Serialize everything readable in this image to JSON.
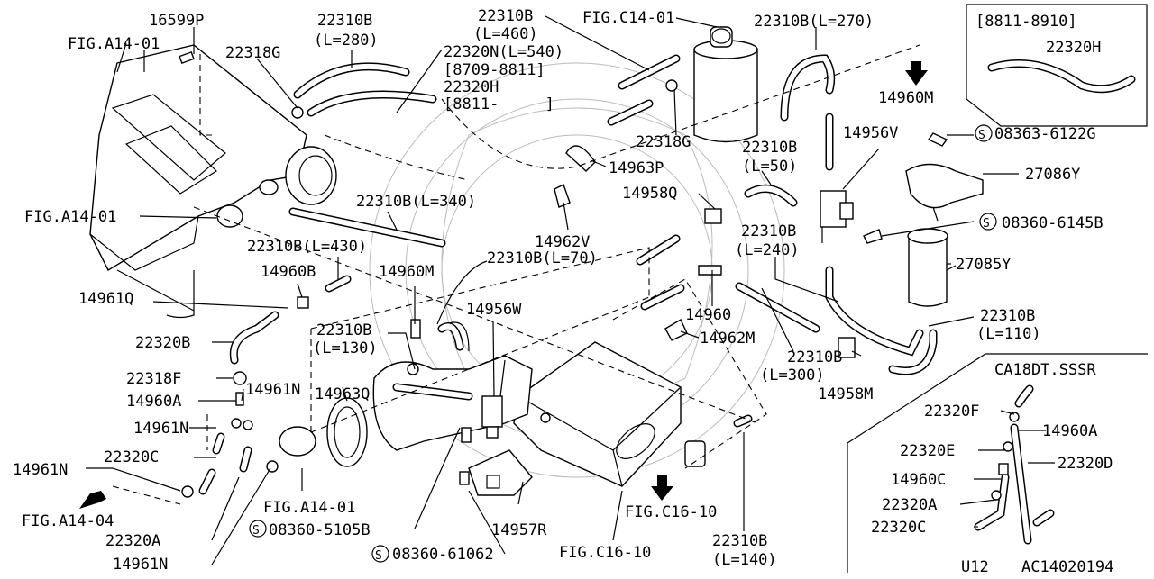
{
  "labels": {
    "l16599P": "16599P",
    "lFigA1401a": "FIG.A14-01",
    "l22318Ga": "22318G",
    "l22310B280": "22310B",
    "l22310B280b": "(L=280)",
    "l22310B460": "22310B",
    "l22310B460b": "(L=460)",
    "l22320N": "22320N(L=540)",
    "l8709": "[8709-8811]",
    "l22320Ha": "22320H",
    "l8811": "[8811-     ]",
    "lFigC1401": "FIG.C14-01",
    "l22310B270": "22310B(L=270)",
    "l8811_8910": "[8811-8910]",
    "l22320Hb": "22320H",
    "l14960M": "14960M",
    "l22318Gb": "22318G",
    "l14963P": "14963P",
    "l22310B50": "22310B",
    "l22310B50b": "(L=50)",
    "l14956V": "14956V",
    "l08363": "08363-6122G",
    "l27086Y": "27086Y",
    "lFigA1401b": "FIG.A14-01",
    "l22310B340": "22310B(L=340)",
    "l14958Q": "14958Q",
    "l08360_6145": "08360-6145B",
    "l14962V": "14962V",
    "l22310B240": "22310B",
    "l22310B240b": "(L=240)",
    "l27085Y": "27085Y",
    "l22310B430": "22310B(L=430)",
    "l22310B70": "22310B(L=70)",
    "l14960B": "14960B",
    "l14960Mb": "14960M",
    "l14961Q": "14961Q",
    "l14956W": "14956W",
    "l14960": "14960",
    "l22310B110": "22310B",
    "l22310B110b": "(L=110)",
    "l22310B130": "22310B",
    "l22310B130b": "(L=130)",
    "l22320B": "22320B",
    "l14962M": "14962M",
    "l22310B300": "22310B",
    "l22310B300b": "(L=300)",
    "lCA18": "CA18DT.SSSR",
    "l22318F": "22318F",
    "l14963Q": "14963Q",
    "l14961Na": "14961N",
    "l14958M": "14958M",
    "l14960A": "14960A",
    "l14961Nb": "14961N",
    "l22320F": "22320F",
    "l14960Ab": "14960A",
    "l22320C": "22320C",
    "l22320E": "22320E",
    "l22320D": "22320D",
    "l14961Nc": "14961N",
    "l14960C": "14960C",
    "lFigA1404": "FIG.A14-04",
    "lFigA1401c": "FIG.A14-01",
    "l22320A": "22320A",
    "l22320Cb": "22320C",
    "l08360_5105": "08360-5105B",
    "l14957R": "14957R",
    "lFigC1610a": "FIG.C16-10",
    "l22320Ab": "22320A",
    "l14961Nd": "14961N",
    "l08360_61062": "08360-61062",
    "lFigC1610b": "FIG.C16-10",
    "l22310B140": "22310B",
    "l22310B140b": "(L=140)",
    "lU12": "U12",
    "lAC": "AC14020194",
    "screwS": "S"
  }
}
